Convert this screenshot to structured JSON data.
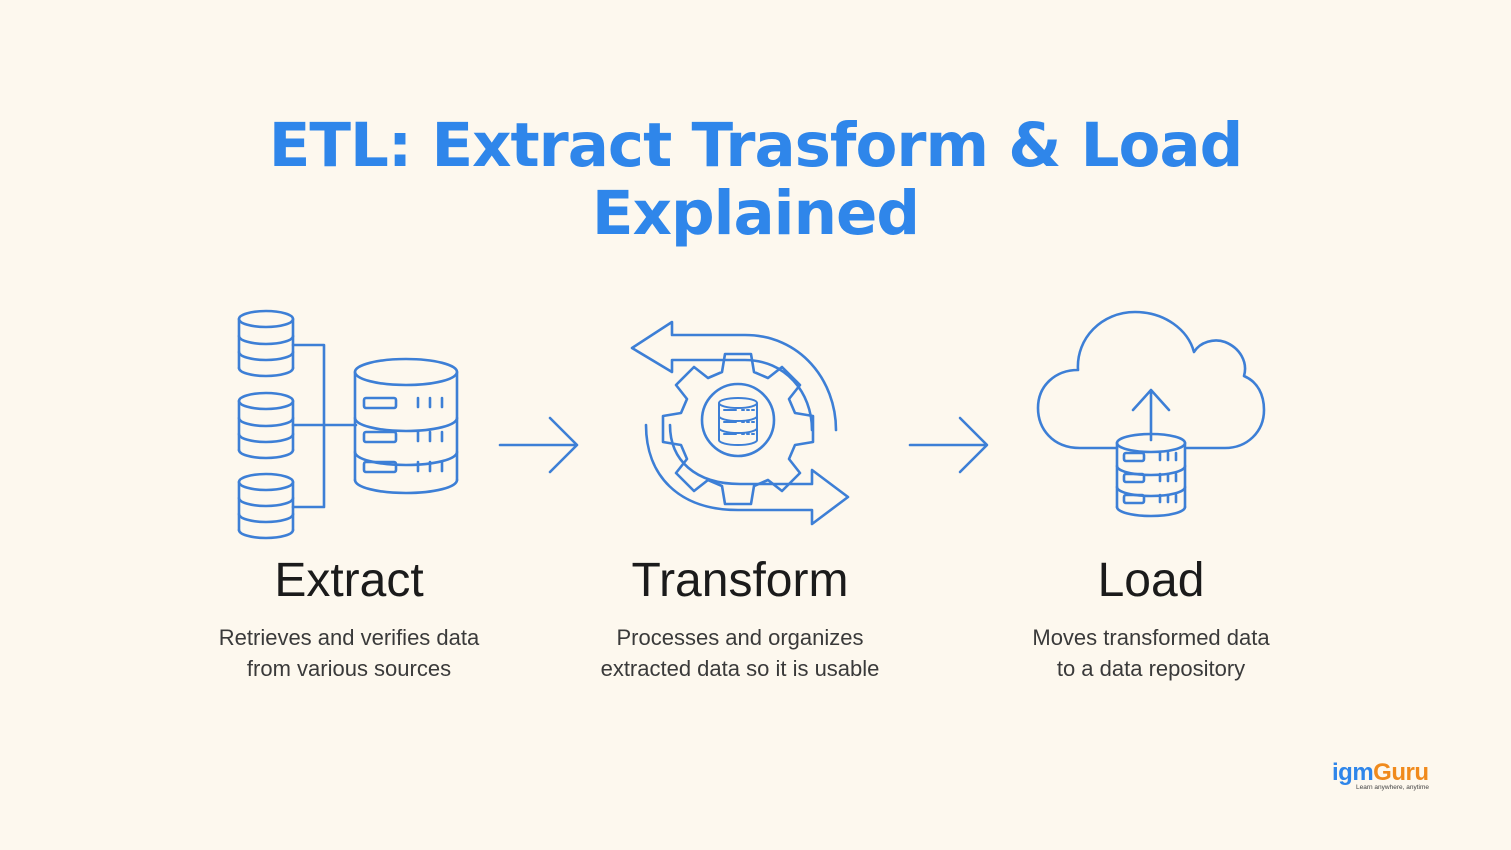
{
  "title": {
    "line1": "ETL: Extract Trasform & Load",
    "line2": "Explained"
  },
  "stages": [
    {
      "label": "Extract",
      "description_line1": "Retrieves and verifies data",
      "description_line2": "from various sources",
      "icon": "database-sources-icon"
    },
    {
      "label": "Transform",
      "description_line1": "Processes and organizes",
      "description_line2": "extracted data so it is usable",
      "icon": "gear-cycle-icon"
    },
    {
      "label": "Load",
      "description_line1": "Moves transformed data",
      "description_line2": "to a data repository",
      "icon": "cloud-upload-icon"
    }
  ],
  "arrows": [
    "arrow-right-icon",
    "arrow-right-icon"
  ],
  "logo": {
    "part1": "igm",
    "part2": "Guru",
    "tagline": "Learn anywhere, anytime"
  },
  "colors": {
    "accent": "#2f86ea",
    "icon_stroke": "#3d7fd6",
    "background": "#fdf8ee",
    "logo_orange": "#f08a1c"
  }
}
